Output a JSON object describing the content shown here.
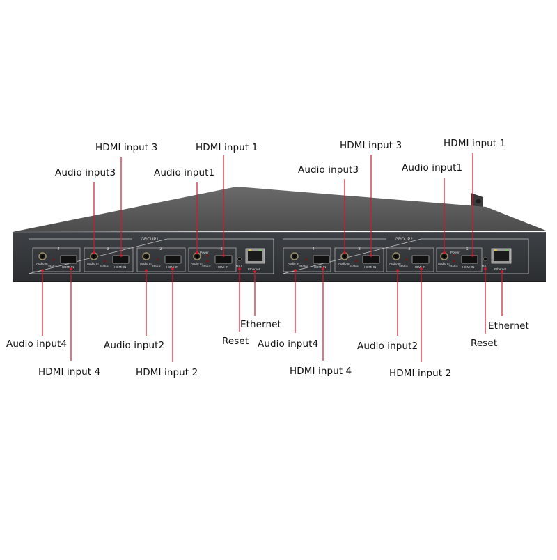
{
  "colors": {
    "chassis_top": "#5d5d5d",
    "chassis_front": "#34383c",
    "leader_line": "#d6182c",
    "label_text": "#111111",
    "panel_print": "#dcdcdc"
  },
  "device": {
    "groups": [
      {
        "name": "GROUP1",
        "channels": [
          {
            "number": "4",
            "audio_label": "Audio In",
            "status_label": "Status",
            "hdmi_label": "HDMI IN"
          },
          {
            "number": "3",
            "audio_label": "Audio In",
            "status_label": "Status",
            "hdmi_label": "HDMI IN"
          },
          {
            "number": "2",
            "audio_label": "Audio In",
            "status_label": "Status",
            "hdmi_label": "HDMI IN"
          },
          {
            "number": "1",
            "audio_label": "Audio In",
            "status_label": "Status",
            "hdmi_label": "HDMI IN",
            "power_label": "Power"
          }
        ],
        "rst_label": "RST",
        "ethernet_label": "Ethernet"
      },
      {
        "name": "GROUP2",
        "channels": [
          {
            "number": "4",
            "audio_label": "Audio In",
            "status_label": "Status",
            "hdmi_label": "HDMI IN"
          },
          {
            "number": "3",
            "audio_label": "Audio In",
            "status_label": "Status",
            "hdmi_label": "HDMI IN"
          },
          {
            "number": "2",
            "audio_label": "Audio In",
            "status_label": "Status",
            "hdmi_label": "HDMI IN"
          },
          {
            "number": "1",
            "audio_label": "Audio In",
            "status_label": "Status",
            "hdmi_label": "HDMI IN",
            "power_label": "Power"
          }
        ],
        "rst_label": "RST",
        "ethernet_label": "Ethernet"
      }
    ]
  },
  "callouts": {
    "g1": {
      "hdmi_input_3": "HDMI input 3",
      "hdmi_input_1": "HDMI input 1",
      "audio_input_3": "Audio input3",
      "audio_input_1": "Audio input1",
      "audio_input_4": "Audio input4",
      "hdmi_input_4": "HDMI input 4",
      "audio_input_2": "Audio input2",
      "hdmi_input_2": "HDMI input 2",
      "reset": "Reset",
      "ethernet": "Ethernet"
    },
    "g2": {
      "hdmi_input_3": "HDMI input 3",
      "hdmi_input_1": "HDMI input 1",
      "audio_input_3": "Audio input3",
      "audio_input_1": "Audio input1",
      "audio_input_4": "Audio input4",
      "hdmi_input_4": "HDMI input 4",
      "audio_input_2": "Audio input2",
      "hdmi_input_2": "HDMI input 2",
      "reset": "Reset",
      "ethernet": "Ethernet"
    }
  }
}
